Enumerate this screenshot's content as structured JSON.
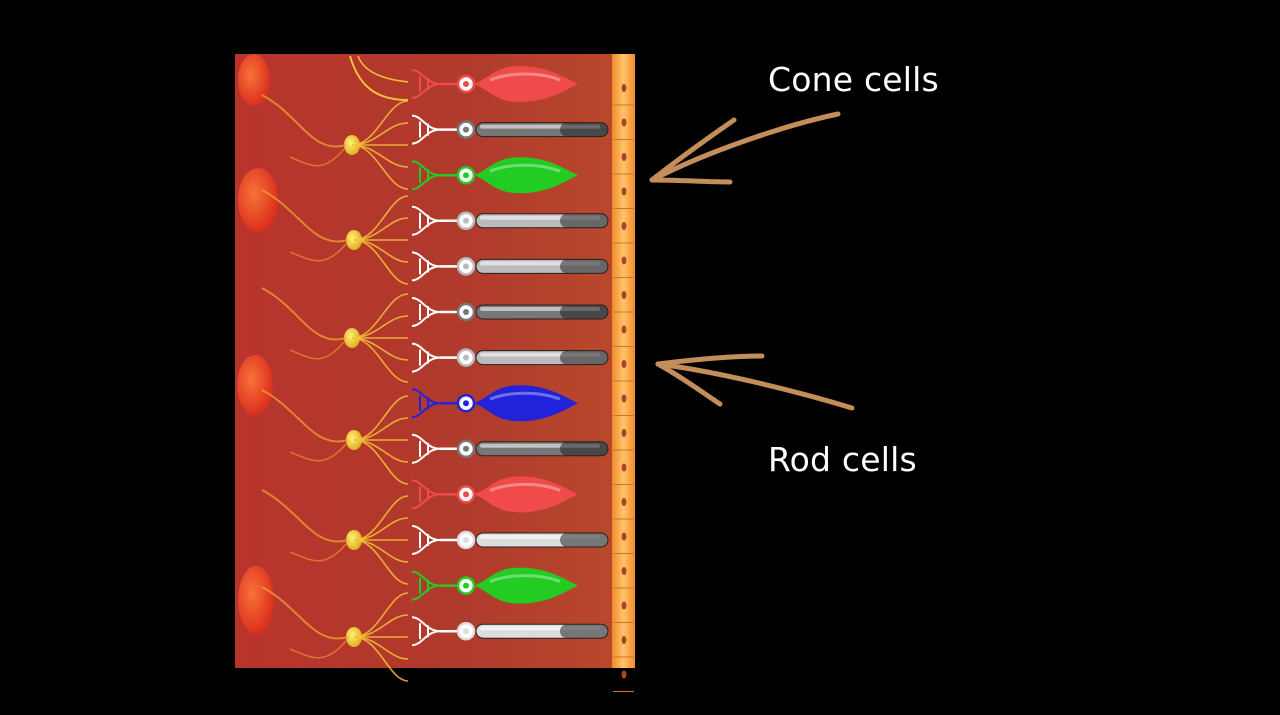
{
  "annotations": {
    "cone_label": "Cone cells",
    "rod_label": "Rod cells",
    "arrow_color": "#c48e5a",
    "text_color": "#ffffff"
  },
  "diagram": {
    "background_color": "#b23a2e",
    "epithelium_color": "#f5a24a",
    "dendrite_color": "#f2c23a",
    "photoreceptors": [
      {
        "type": "cone",
        "color": "#f04a4a"
      },
      {
        "type": "rod",
        "color": "#777777"
      },
      {
        "type": "cone",
        "color": "#22cc22"
      },
      {
        "type": "rod",
        "color": "#bbbbbb"
      },
      {
        "type": "rod",
        "color": "#bbbbbb"
      },
      {
        "type": "rod",
        "color": "#777777"
      },
      {
        "type": "rod",
        "color": "#bbbbbb"
      },
      {
        "type": "cone",
        "color": "#2222dd"
      },
      {
        "type": "rod",
        "color": "#777777"
      },
      {
        "type": "cone",
        "color": "#f04a4a"
      },
      {
        "type": "rod",
        "color": "#dddddd"
      },
      {
        "type": "cone",
        "color": "#22cc22"
      },
      {
        "type": "rod",
        "color": "#dddddd"
      }
    ]
  }
}
